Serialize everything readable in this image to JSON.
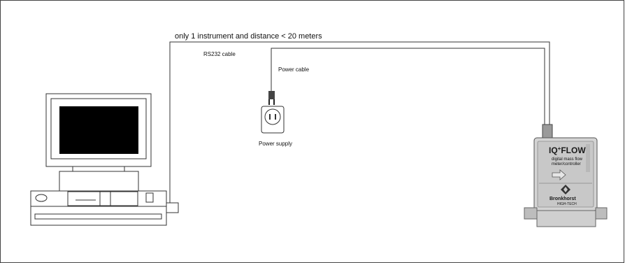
{
  "labels": {
    "distance_note": "only 1 instrument and distance < 20 meters",
    "rs232_cable": "RS232 cable",
    "power_cable": "Power cable",
    "power_supply": "Power supply"
  },
  "instrument": {
    "brand_text": "IQ",
    "brand_sup": "+",
    "brand_rest": "FLOW",
    "subtitle_line1": "digital mass flow",
    "subtitle_line2": "meter/controller",
    "manufacturer": "Bronkhorst",
    "manufacturer_sub": "HIGH-TECH"
  }
}
